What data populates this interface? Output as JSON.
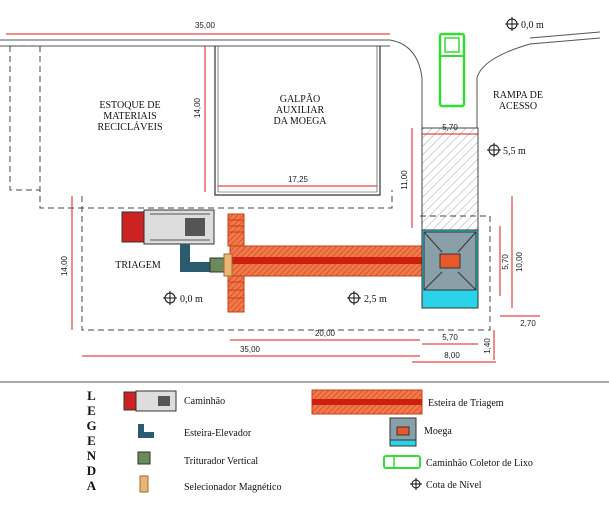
{
  "areas": {
    "estoque": [
      "ESTOQUE DE",
      "MATERIAIS",
      "RECICLÁVEIS"
    ],
    "galpao": [
      "GALPÃO",
      "AUXILIAR",
      "DA MOEGA"
    ],
    "rampa": [
      "RAMPA DE",
      "ACESSO"
    ],
    "triagem": "TRIAGEM"
  },
  "levels": {
    "top_right": "0,0 m",
    "rampa": "5,5 m",
    "triagem": "0,0 m",
    "esteira": "2,5 m"
  },
  "dimensions": {
    "top_width": "35,00",
    "galpao_height": "14,00",
    "galpao_width": "17,25",
    "rampa_width": "5,70",
    "rampa_height": "11,00",
    "triagem_height": "14,00",
    "bottom_total": "35,00",
    "bottom_mid": "20,00",
    "moega_width": "5,70",
    "moega_total": "8,00",
    "right_dim_a": "10,00",
    "right_dim_b": "5,70",
    "right_dim_c": "2,70",
    "small_dim": "1,40"
  },
  "legend": {
    "title_letters": [
      "L",
      "E",
      "G",
      "E",
      "N",
      "D",
      "A"
    ],
    "items": [
      {
        "label": "Caminhão",
        "icon": "truck-icon"
      },
      {
        "label": "Esteira-Elevador",
        "icon": "elevator-conveyor-icon"
      },
      {
        "label": "Triturador Vertical",
        "icon": "shredder-icon"
      },
      {
        "label": "Selecionador Magnético",
        "icon": "magnetic-selector-icon"
      },
      {
        "label": "Esteira de Triagem",
        "icon": "sorting-belt-icon"
      },
      {
        "label": "Moega",
        "icon": "hopper-icon"
      },
      {
        "label": "Caminhão Coletor de Lixo",
        "icon": "garbage-truck-icon"
      },
      {
        "label": "Cota de Nível",
        "icon": "level-mark-icon"
      }
    ]
  },
  "colors": {
    "belt": "#e8582a",
    "belt_stripe": "#cc1f10",
    "hopper_cyan": "#2ad3e8",
    "garbage_truck": "#33dd33",
    "dimension": "#e01818",
    "elevator": "#2b5b6e"
  }
}
